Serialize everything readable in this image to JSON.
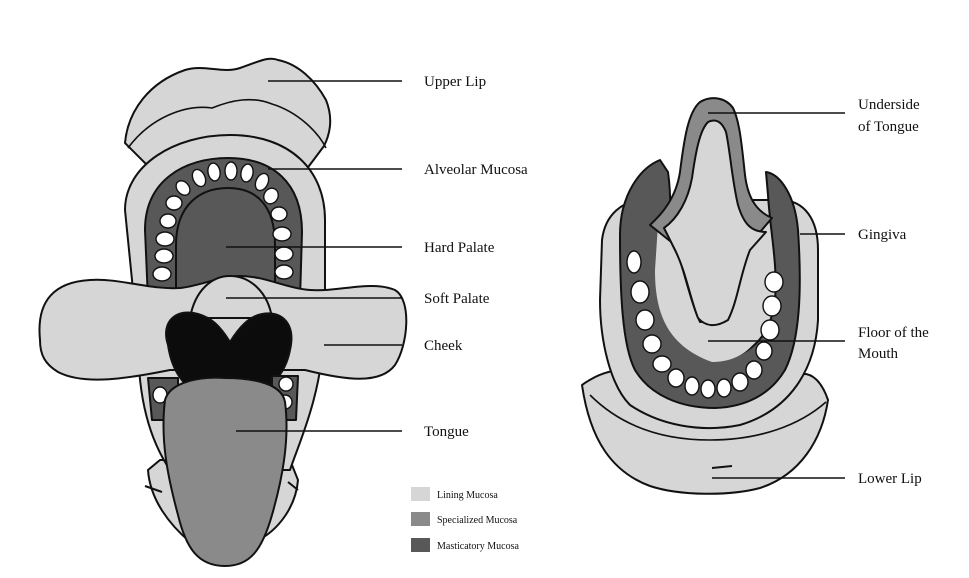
{
  "colors": {
    "lining": "#d6d6d6",
    "specialized": "#8a8a8a",
    "masticatory": "#585858",
    "dark": "#0c0c0c",
    "tooth": "#ffffff",
    "outline": "#111111"
  },
  "left_labels": {
    "upper_lip": "Upper Lip",
    "alveolar_mucosa": "Alveolar Mucosa",
    "hard_palate": "Hard Palate",
    "soft_palate": "Soft Palate",
    "cheek": "Cheek",
    "tongue": "Tongue"
  },
  "right_labels": {
    "underside_line1": "Underside",
    "underside_line2": "of Tongue",
    "gingiva": "Gingiva",
    "floor_line1": "Floor of the",
    "floor_line2": "Mouth",
    "lower_lip": "Lower Lip"
  },
  "legend": [
    {
      "label": "Lining Mucosa",
      "color": "#d6d6d6"
    },
    {
      "label": "Specialized Mucosa",
      "color": "#8a8a8a"
    },
    {
      "label": "Masticatory Mucosa",
      "color": "#585858"
    }
  ]
}
